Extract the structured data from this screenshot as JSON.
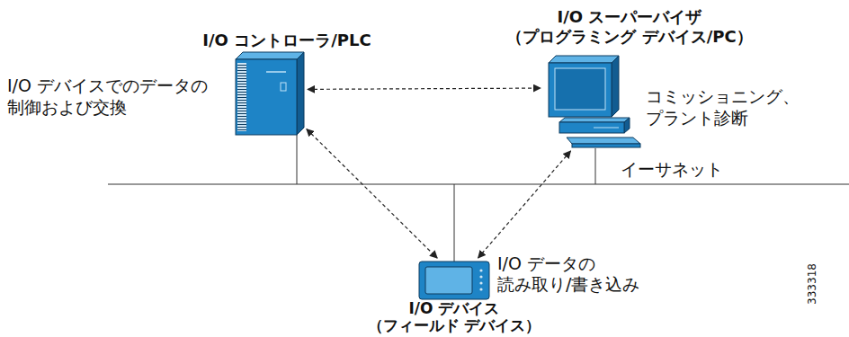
{
  "diagram": {
    "nodes": [
      {
        "text": [
          "I/O コントローラ/PLC",
          "I/O デバイスでのデータの 制御および交換"
        ]
      },
      {
        "text": [
          "I/O スーパーバイザ （プログラミング デバイス/PC）",
          "コミッショニング、 プラント診断"
        ]
      },
      {
        "text": [
          "I/O デバイス （フィールド デバイス）",
          "I/O データの 読み取り/書き込み"
        ]
      }
    ],
    "edges": [
      {
        "from": 0,
        "to": 1,
        "arrow": "both"
      },
      {
        "from": 0,
        "to": 2,
        "arrow": "both"
      },
      {
        "from": 1,
        "to": 2,
        "arrow": "both"
      }
    ],
    "labels": [
      "イーサネット",
      "333318"
    ]
  }
}
